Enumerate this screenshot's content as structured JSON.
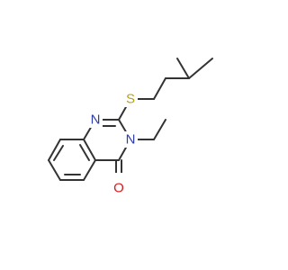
{
  "molecule": {
    "atoms": {
      "n1": {
        "symbol": "N",
        "color": "#2f3ea8"
      },
      "n3": {
        "symbol": "N",
        "color": "#2f3ea8"
      },
      "s": {
        "symbol": "S",
        "color": "#b8a21f"
      },
      "o": {
        "symbol": "O",
        "color": "#d8191e"
      }
    },
    "bond_color": "#333333"
  }
}
